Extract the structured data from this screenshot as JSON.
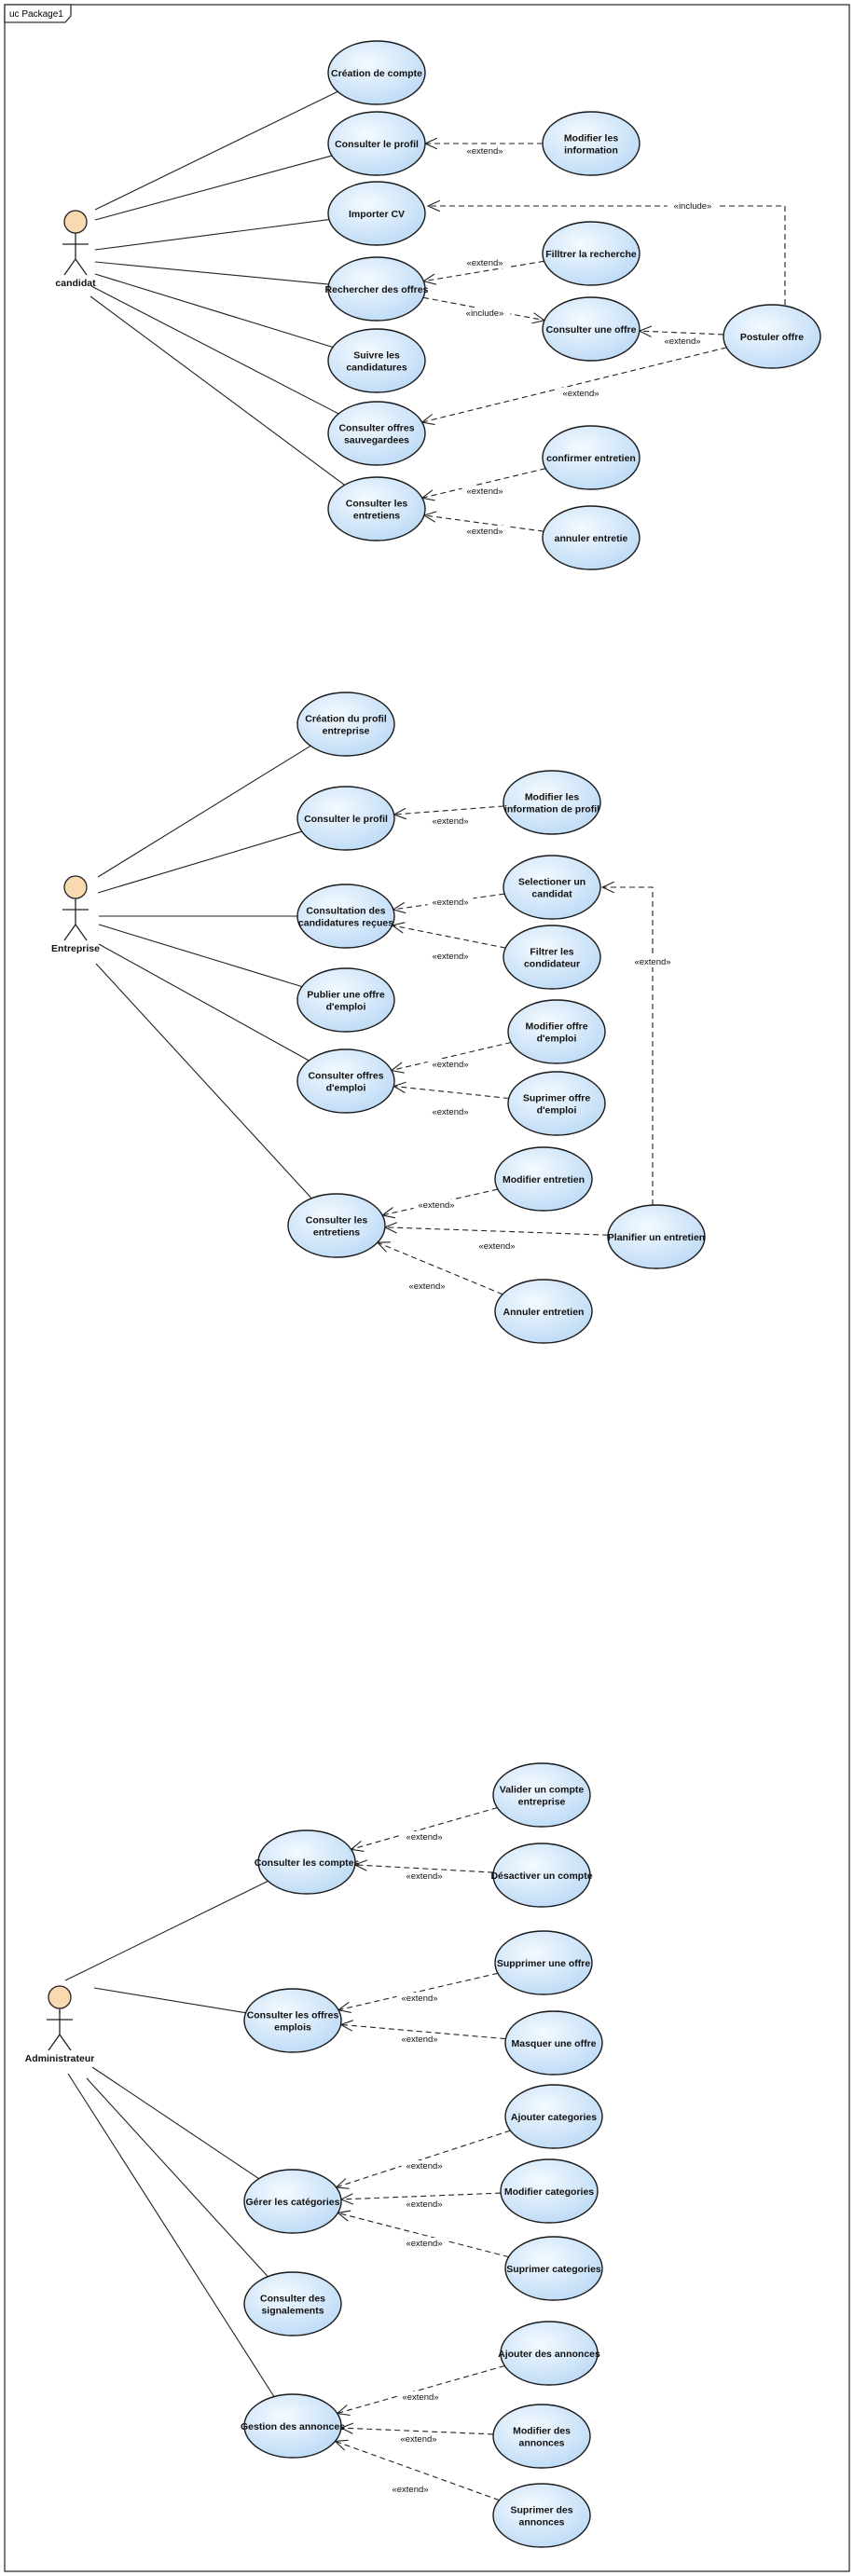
{
  "frame": {
    "label": "uc Package1"
  },
  "actors": [
    {
      "id": "candidat",
      "label": "candidat"
    },
    {
      "id": "entreprise",
      "label": "Entreprise"
    },
    {
      "id": "admin",
      "label": "Administrateur"
    }
  ],
  "use_cases": [
    {
      "id": "c_creation",
      "lines": [
        "Création de compte"
      ]
    },
    {
      "id": "c_profil",
      "lines": [
        "Consulter le profil"
      ]
    },
    {
      "id": "c_modif",
      "lines": [
        "Modifier les",
        "information"
      ]
    },
    {
      "id": "c_cv",
      "lines": [
        "Importer CV"
      ]
    },
    {
      "id": "c_filtrer",
      "lines": [
        "Filltrer la recherche"
      ]
    },
    {
      "id": "c_recherche",
      "lines": [
        "Rechercher des offres"
      ]
    },
    {
      "id": "c_consulter_offre",
      "lines": [
        "Consulter une offre"
      ]
    },
    {
      "id": "c_postuler",
      "lines": [
        "Postuler offre"
      ]
    },
    {
      "id": "c_suivre",
      "lines": [
        "Suivre les",
        "candidatures"
      ]
    },
    {
      "id": "c_sauv",
      "lines": [
        "Consulter offres",
        "sauvegardees"
      ]
    },
    {
      "id": "c_confirmer",
      "lines": [
        "confirmer entretien"
      ]
    },
    {
      "id": "c_entretiens",
      "lines": [
        "Consulter les",
        "entretiens"
      ]
    },
    {
      "id": "c_annuler",
      "lines": [
        "annuler  entretie"
      ]
    },
    {
      "id": "e_creation",
      "lines": [
        "Création du profil",
        "entreprise"
      ]
    },
    {
      "id": "e_modif",
      "lines": [
        "Modifier les",
        "information de profil"
      ]
    },
    {
      "id": "e_profil",
      "lines": [
        "Consulter le profil"
      ]
    },
    {
      "id": "e_selectionner",
      "lines": [
        "Selectioner un",
        "candidat"
      ]
    },
    {
      "id": "e_consultation",
      "lines": [
        "Consultation des",
        "candidatures reçues"
      ]
    },
    {
      "id": "e_filtrer",
      "lines": [
        "Filtrer les",
        "condidateur"
      ]
    },
    {
      "id": "e_publier",
      "lines": [
        "Publier une offre",
        "d'emploi"
      ]
    },
    {
      "id": "e_modif_offre",
      "lines": [
        "Modifier offre",
        "d'emploi"
      ]
    },
    {
      "id": "e_consulter_offres",
      "lines": [
        "Consulter offres",
        "d'emploi"
      ]
    },
    {
      "id": "e_suppr_offre",
      "lines": [
        "Suprimer offre",
        "d'emploi"
      ]
    },
    {
      "id": "e_modif_entretien",
      "lines": [
        "Modifier entretien"
      ]
    },
    {
      "id": "e_entretiens",
      "lines": [
        "Consulter les",
        "entretiens"
      ]
    },
    {
      "id": "e_planifier",
      "lines": [
        "Planifier un entretien"
      ]
    },
    {
      "id": "e_annuler",
      "lines": [
        "Annuler entretien"
      ]
    },
    {
      "id": "a_valider",
      "lines": [
        "Valider un compte",
        "entreprise"
      ]
    },
    {
      "id": "a_comptes",
      "lines": [
        "Consulter les comptes"
      ]
    },
    {
      "id": "a_desactiver",
      "lines": [
        "Désactiver un compte"
      ]
    },
    {
      "id": "a_suppr_offre",
      "lines": [
        "Supprimer  une offre"
      ]
    },
    {
      "id": "a_offres",
      "lines": [
        "Consulter les offres",
        "emplois"
      ]
    },
    {
      "id": "a_masquer",
      "lines": [
        "Masquer une offre"
      ]
    },
    {
      "id": "a_ajout_cat",
      "lines": [
        "Ajouter categories"
      ]
    },
    {
      "id": "a_gerer_cat",
      "lines": [
        "Gérer les catégories"
      ]
    },
    {
      "id": "a_modif_cat",
      "lines": [
        "Modifier categories"
      ]
    },
    {
      "id": "a_suppr_cat",
      "lines": [
        "Suprimer categories"
      ]
    },
    {
      "id": "a_signalements",
      "lines": [
        "Consulter des",
        "signalements"
      ]
    },
    {
      "id": "a_ajout_ann",
      "lines": [
        "Ajouter des annonces"
      ]
    },
    {
      "id": "a_gestion_ann",
      "lines": [
        "Gestion des annonces"
      ]
    },
    {
      "id": "a_modif_ann",
      "lines": [
        "Modifier des",
        "annonces"
      ]
    },
    {
      "id": "a_suppr_ann",
      "lines": [
        "Suprimer des",
        "annonces"
      ]
    }
  ],
  "associations": [
    {
      "actor": "candidat",
      "use_case": "c_creation"
    },
    {
      "actor": "candidat",
      "use_case": "c_profil"
    },
    {
      "actor": "candidat",
      "use_case": "c_cv"
    },
    {
      "actor": "candidat",
      "use_case": "c_recherche"
    },
    {
      "actor": "candidat",
      "use_case": "c_suivre"
    },
    {
      "actor": "candidat",
      "use_case": "c_sauv"
    },
    {
      "actor": "candidat",
      "use_case": "c_entretiens"
    },
    {
      "actor": "entreprise",
      "use_case": "e_creation"
    },
    {
      "actor": "entreprise",
      "use_case": "e_profil"
    },
    {
      "actor": "entreprise",
      "use_case": "e_consultation"
    },
    {
      "actor": "entreprise",
      "use_case": "e_publier"
    },
    {
      "actor": "entreprise",
      "use_case": "e_consulter_offres"
    },
    {
      "actor": "entreprise",
      "use_case": "e_entretiens"
    },
    {
      "actor": "admin",
      "use_case": "a_comptes"
    },
    {
      "actor": "admin",
      "use_case": "a_offres"
    },
    {
      "actor": "admin",
      "use_case": "a_gerer_cat"
    },
    {
      "actor": "admin",
      "use_case": "a_signalements"
    },
    {
      "actor": "admin",
      "use_case": "a_gestion_ann"
    }
  ],
  "relations": [
    {
      "from": "c_modif",
      "to": "c_profil",
      "label": "«extend»"
    },
    {
      "from": "c_postuler",
      "to": "c_cv",
      "label": "«include»"
    },
    {
      "from": "c_filtrer",
      "to": "c_recherche",
      "label": "«extend»"
    },
    {
      "from": "c_recherche",
      "to": "c_consulter_offre",
      "label": "«include»"
    },
    {
      "from": "c_postuler",
      "to": "c_consulter_offre",
      "label": "«extend»"
    },
    {
      "from": "c_postuler",
      "to": "c_sauv",
      "label": "«extend»"
    },
    {
      "from": "c_confirmer",
      "to": "c_entretiens",
      "label": "«extend»"
    },
    {
      "from": "c_annuler",
      "to": "c_entretiens",
      "label": "«extend»"
    },
    {
      "from": "e_modif",
      "to": "e_profil",
      "label": "«extend»"
    },
    {
      "from": "e_selectionner",
      "to": "e_consultation",
      "label": "«extend»"
    },
    {
      "from": "e_filtrer",
      "to": "e_consultation",
      "label": "«extend»"
    },
    {
      "from": "e_modif_offre",
      "to": "e_consulter_offres",
      "label": "«extend»"
    },
    {
      "from": "e_suppr_offre",
      "to": "e_consulter_offres",
      "label": "«extend»"
    },
    {
      "from": "e_modif_entretien",
      "to": "e_entretiens",
      "label": "«extend»"
    },
    {
      "from": "e_planifier",
      "to": "e_entretiens",
      "label": "«extend»"
    },
    {
      "from": "e_annuler",
      "to": "e_entretiens",
      "label": "«extend»"
    },
    {
      "from": "e_planifier",
      "to": "e_selectionner",
      "label": "«extend»"
    },
    {
      "from": "a_valider",
      "to": "a_comptes",
      "label": "«extend»"
    },
    {
      "from": "a_desactiver",
      "to": "a_comptes",
      "label": "«extend»"
    },
    {
      "from": "a_suppr_offre",
      "to": "a_offres",
      "label": "«extend»"
    },
    {
      "from": "a_masquer",
      "to": "a_offres",
      "label": "«extend»"
    },
    {
      "from": "a_ajout_cat",
      "to": "a_gerer_cat",
      "label": "«extend»"
    },
    {
      "from": "a_modif_cat",
      "to": "a_gerer_cat",
      "label": "«extend»"
    },
    {
      "from": "a_suppr_cat",
      "to": "a_gerer_cat",
      "label": "«extend»"
    },
    {
      "from": "a_ajout_ann",
      "to": "a_gestion_ann",
      "label": "«extend»"
    },
    {
      "from": "a_modif_ann",
      "to": "a_gestion_ann",
      "label": "«extend»"
    },
    {
      "from": "a_suppr_ann",
      "to": "a_gestion_ann",
      "label": "«extend»"
    }
  ],
  "colors": {
    "use_case_fill_light": "#f2f8ff",
    "use_case_fill_dark": "#b9d8f5",
    "actor_head": "#f8d9b0",
    "line": "#222222"
  }
}
